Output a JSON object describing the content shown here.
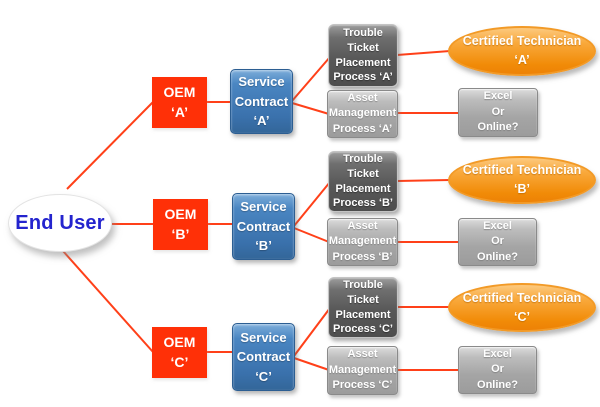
{
  "diagram": {
    "description": "OEM service contract flow diagram",
    "colors": {
      "background": "#FFFFFF",
      "connector": "#FF4019",
      "oem_box": "#FF3007",
      "service_contract_box": "#3A71AC",
      "trouble_ticket_box": "#585858",
      "asset_management_box": "#A5A5A5",
      "certified_technician_ellipse": "#F18B07",
      "end_user_text": "#2424CE"
    },
    "end_user": {
      "label": "End User"
    },
    "rows": [
      {
        "id": "A",
        "oem": "OEM\n‘A’",
        "service_contract": "Service\nContract\n‘A’",
        "trouble_ticket": "Trouble\nTicket\nPlacement\nProcess ‘A’",
        "asset_management": "Asset\nManagement\nProcess ‘A’",
        "certified_technician": "Certified Technician\n‘A’",
        "excel_online": "Excel\nOr\nOnline?"
      },
      {
        "id": "B",
        "oem": "OEM\n‘B’",
        "service_contract": "Service\nContract\n‘B’",
        "trouble_ticket": "Trouble\nTicket\nPlacement\nProcess ‘B’",
        "asset_management": "Asset\nManagement\nProcess ‘B’",
        "certified_technician": "Certified Technician\n‘B’",
        "excel_online": "Excel\nOr\nOnline?"
      },
      {
        "id": "C",
        "oem": "OEM\n‘C’",
        "service_contract": "Service\nContract\n‘C’",
        "trouble_ticket": "Trouble\nTicket\nPlacement\nProcess ‘C’",
        "asset_management": "Asset\nManagement\nProcess ‘C’",
        "certified_technician": "Certified Technician\n‘C’",
        "excel_online": "Excel\nOr\nOnline?"
      }
    ]
  }
}
